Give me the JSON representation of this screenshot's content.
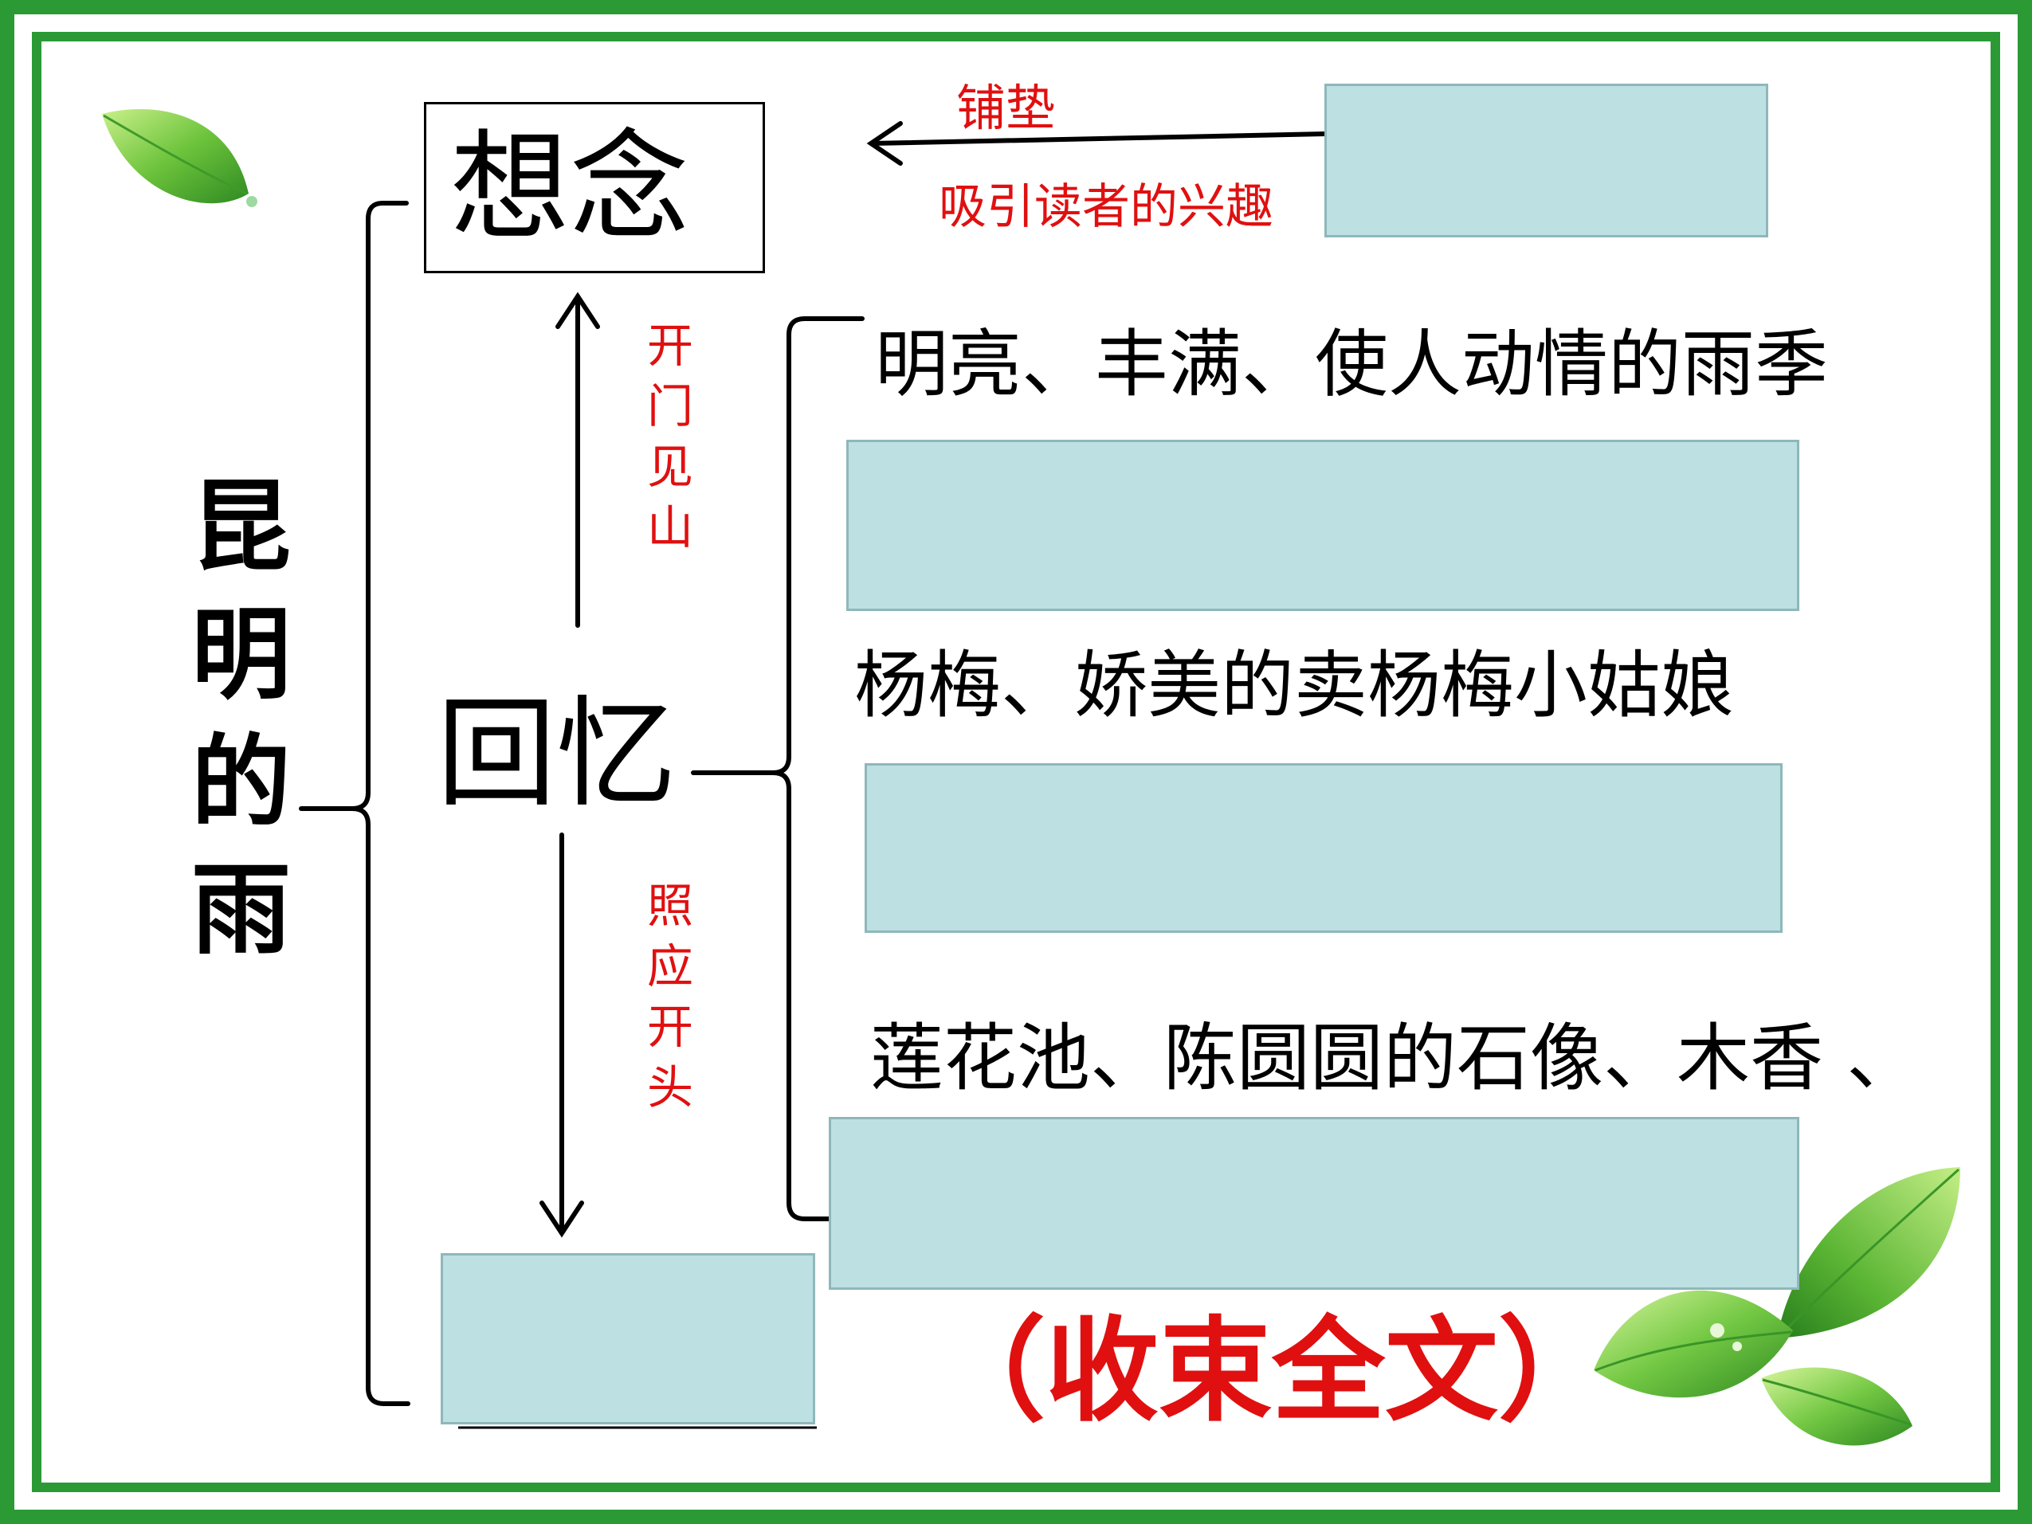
{
  "colors": {
    "frame": "#2b9a35",
    "answer_box": "#bde0e2",
    "annotation_red": "#e01010",
    "text": "#000000"
  },
  "icons": [
    "leaf-icon-top-left",
    "leaf-cluster-icon-bottom-right"
  ],
  "diagram": {
    "title_chars": [
      "昆",
      "明",
      "的",
      "雨"
    ],
    "node_longing": "想念",
    "node_memory": "回忆",
    "arrow_left_top": "铺垫",
    "arrow_left_bottom": "吸引读者的兴趣",
    "up_label_chars": [
      "开",
      "门",
      "见",
      "山"
    ],
    "down_label_chars": [
      "照",
      "应",
      "开",
      "头"
    ],
    "memory_item_1": "明亮、丰满、使人动情的雨季",
    "memory_item_2": "杨梅、娇美的卖杨梅小姑娘",
    "memory_item_3": "莲花池、陈圆圆的石像、木香 、",
    "conclusion_note": "（收束全文）"
  }
}
